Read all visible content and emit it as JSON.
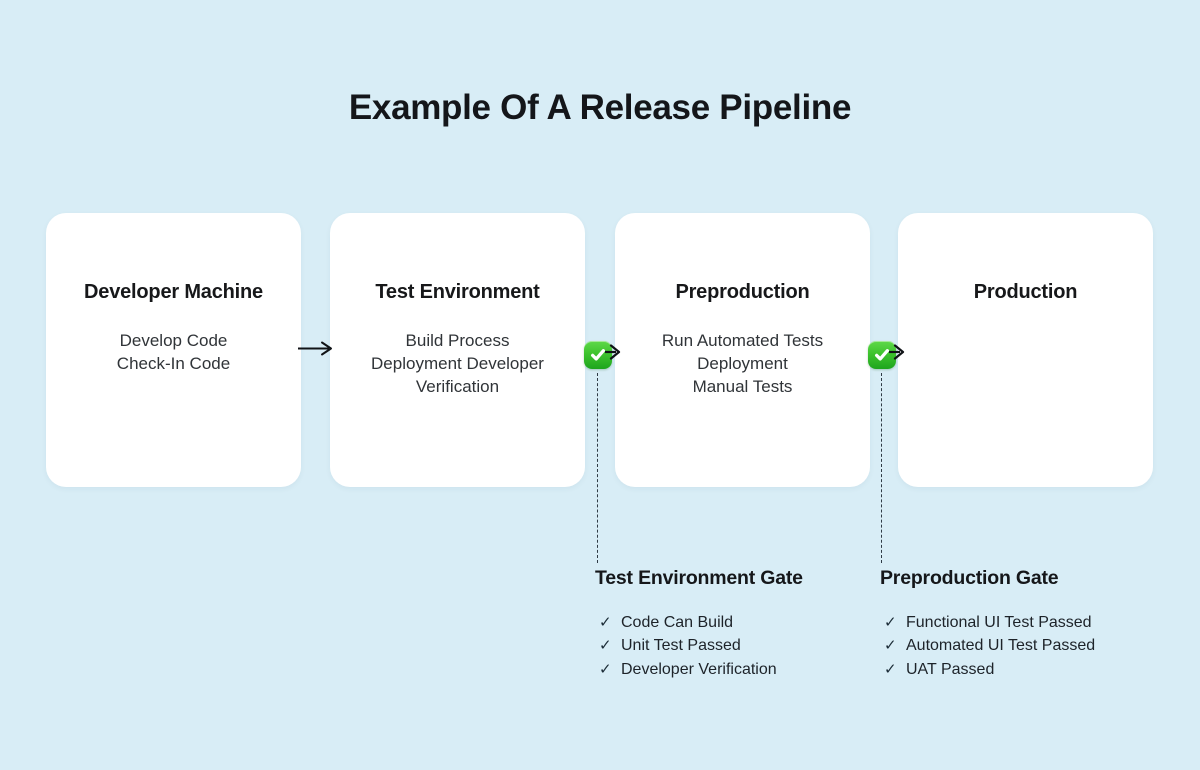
{
  "title": "Example Of A Release Pipeline",
  "stages": [
    {
      "title": "Developer Machine",
      "lines": [
        "Develop Code",
        "Check-In Code"
      ]
    },
    {
      "title": "Test Environment",
      "lines": [
        "Build Process",
        "Deployment Developer",
        "Verification"
      ]
    },
    {
      "title": "Preproduction",
      "lines": [
        "Run Automated Tests",
        "Deployment",
        "Manual Tests"
      ]
    },
    {
      "title": "Production",
      "lines": []
    }
  ],
  "gates": [
    {
      "title": "Test Environment Gate",
      "checks": [
        "Code Can Build",
        "Unit Test Passed",
        "Developer Verification"
      ]
    },
    {
      "title": "Preproduction Gate",
      "checks": [
        "Functional UI Test Passed",
        "Automated UI Test Passed",
        "UAT Passed"
      ]
    }
  ],
  "icons": {
    "list_check": "✓",
    "flow_arrow": "arrow-right",
    "gate_pass": "green-check"
  },
  "colors": {
    "background": "#d8edf6",
    "card": "#ffffff",
    "text_primary": "#14161a",
    "text_secondary": "#303438",
    "connector": "#2f3b45",
    "check_green_light": "#5fd94a",
    "check_green_dark": "#1ea51d"
  }
}
